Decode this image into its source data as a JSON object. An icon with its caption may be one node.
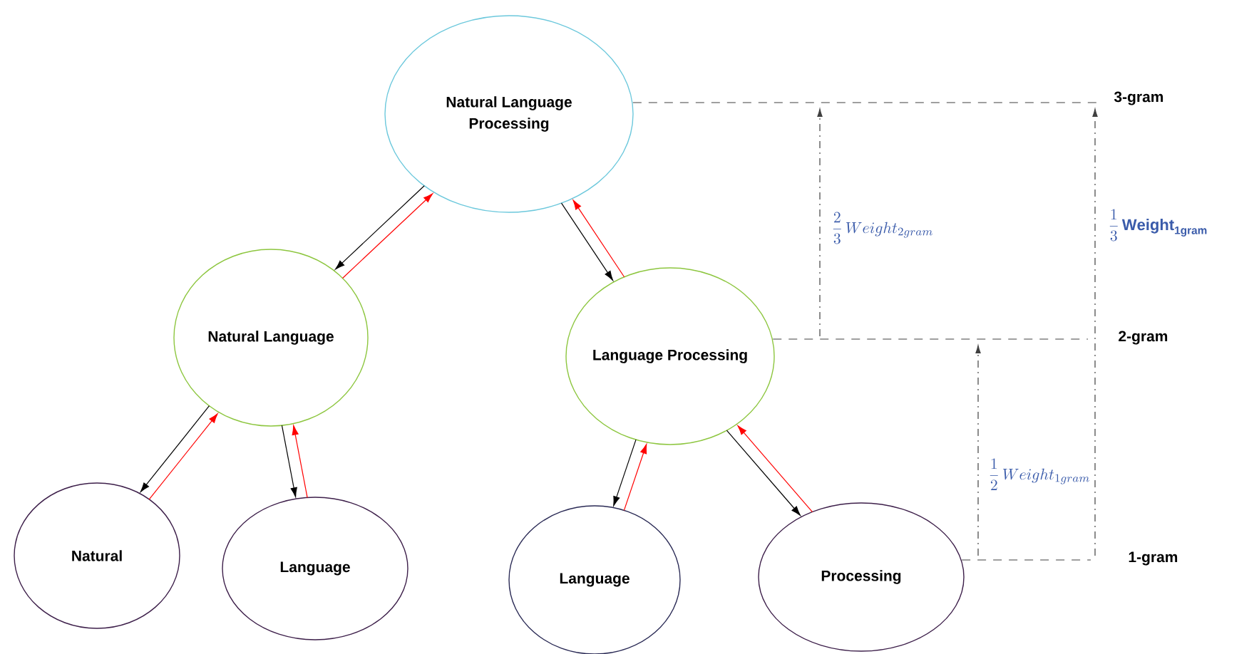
{
  "diagram": {
    "nodes": [
      {
        "text": [
          "Natural Language Processing"
        ]
      },
      {
        "text": [
          "Natural Language"
        ]
      },
      {
        "text": [
          "Language Processing"
        ]
      },
      {
        "text": [
          "Natural"
        ]
      },
      {
        "text": [
          "Language"
        ]
      },
      {
        "text": [
          "Language"
        ]
      },
      {
        "text": [
          "Processing"
        ]
      }
    ],
    "edges": [
      {
        "from": 0,
        "to": 1,
        "arrow": "to"
      },
      {
        "from": 1,
        "to": 0,
        "arrow": "to",
        "color": "#ff0000"
      },
      {
        "from": 0,
        "to": 2,
        "arrow": "to"
      },
      {
        "from": 2,
        "to": 0,
        "arrow": "to",
        "color": "#ff0000"
      },
      {
        "from": 1,
        "to": 3,
        "arrow": "to"
      },
      {
        "from": 3,
        "to": 1,
        "arrow": "to",
        "color": "#ff0000"
      },
      {
        "from": 1,
        "to": 4,
        "arrow": "to"
      },
      {
        "from": 4,
        "to": 1,
        "arrow": "to",
        "color": "#ff0000"
      },
      {
        "from": 2,
        "to": 5,
        "arrow": "to"
      },
      {
        "from": 5,
        "to": 2,
        "arrow": "to",
        "color": "#ff0000"
      },
      {
        "from": 2,
        "to": 6,
        "arrow": "to"
      },
      {
        "from": 6,
        "to": 2,
        "arrow": "to",
        "color": "#ff0000"
      }
    ],
    "labels": [
      "3-gram",
      "\\frac{2}{3}\\,Weight_{2gram}",
      "\\frac{1}{3}\\,\\mathbf{Weight}_{\\mathbf{1gram}}",
      "2-gram",
      "\\frac{1}{2}\\,Weight_{1gram}",
      "1-gram"
    ]
  }
}
